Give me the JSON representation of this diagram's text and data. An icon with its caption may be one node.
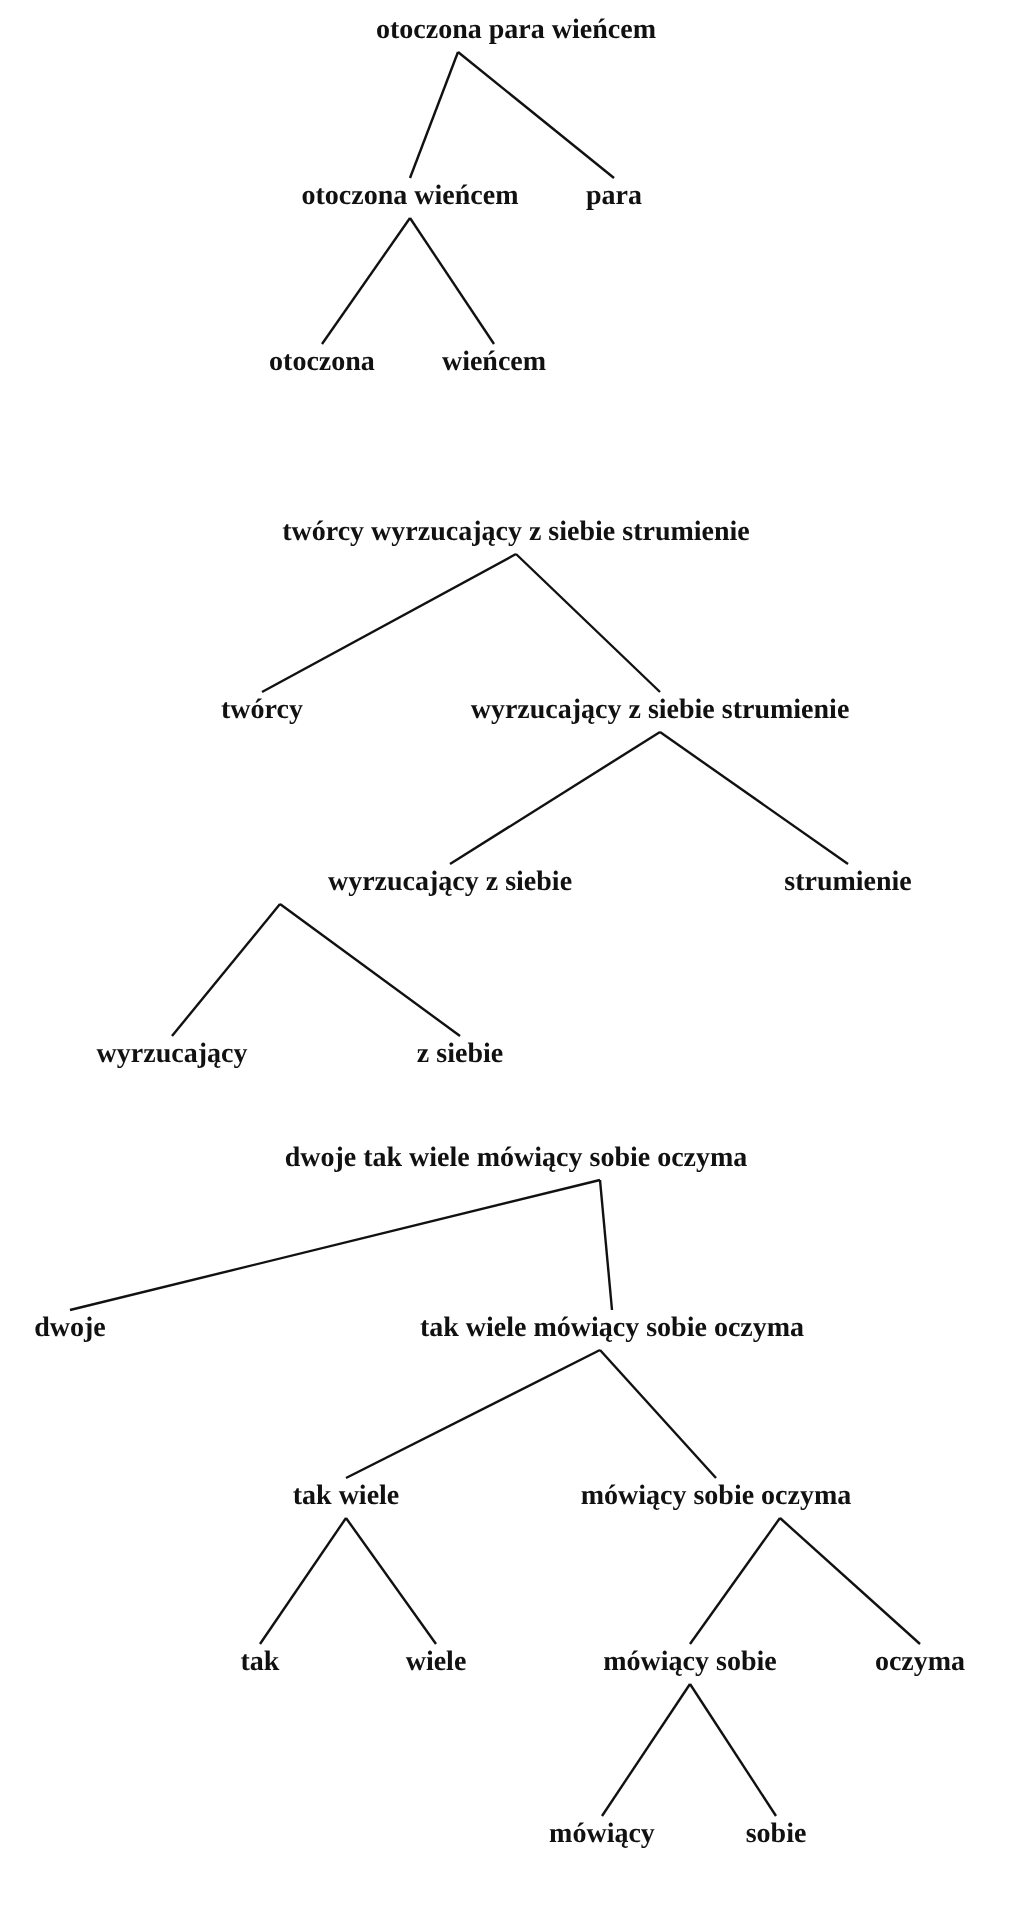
{
  "diagram": {
    "nodes": [
      {
        "text": [
          "otoczona para wieńcem"
        ]
      },
      {
        "text": [
          "otoczona wieńcem"
        ]
      },
      {
        "text": [
          "para"
        ]
      },
      {
        "text": [
          "otoczona"
        ]
      },
      {
        "text": [
          "wieńcem"
        ]
      },
      {
        "text": [
          "twórcy wyrzucający z siebie strumienie"
        ]
      },
      {
        "text": [
          "twórcy"
        ]
      },
      {
        "text": [
          "wyrzucający z siebie strumienie"
        ]
      },
      {
        "text": [
          "wyrzucający z siebie"
        ]
      },
      {
        "text": [
          "strumienie"
        ]
      },
      {
        "text": [
          "wyrzucający"
        ]
      },
      {
        "text": [
          "z siebie"
        ]
      },
      {
        "text": [
          "dwoje tak wiele mówiący sobie oczyma"
        ]
      },
      {
        "text": [
          "dwoje"
        ]
      },
      {
        "text": [
          "tak wiele mówiący sobie oczyma"
        ]
      },
      {
        "text": [
          "tak wiele"
        ]
      },
      {
        "text": [
          "mówiący sobie oczyma"
        ]
      },
      {
        "text": [
          "tak"
        ]
      },
      {
        "text": [
          "wiele"
        ]
      },
      {
        "text": [
          "mówiący sobie"
        ]
      },
      {
        "text": [
          "oczyma"
        ]
      },
      {
        "text": [
          "mówiący"
        ]
      },
      {
        "text": [
          "sobie"
        ]
      }
    ],
    "edges": [
      {
        "from": 0,
        "to": 1,
        "arrow": "none"
      },
      {
        "from": 0,
        "to": 2,
        "arrow": "none"
      },
      {
        "from": 1,
        "to": 3,
        "arrow": "none"
      },
      {
        "from": 1,
        "to": 4,
        "arrow": "none"
      },
      {
        "from": 5,
        "to": 6,
        "arrow": "none"
      },
      {
        "from": 5,
        "to": 7,
        "arrow": "none"
      },
      {
        "from": 7,
        "to": 8,
        "arrow": "none"
      },
      {
        "from": 7,
        "to": 9,
        "arrow": "none"
      },
      {
        "from": 8,
        "to": 10,
        "arrow": "none"
      },
      {
        "from": 8,
        "to": 11,
        "arrow": "none"
      },
      {
        "from": 12,
        "to": 13,
        "arrow": "none"
      },
      {
        "from": 12,
        "to": 14,
        "arrow": "none"
      },
      {
        "from": 14,
        "to": 15,
        "arrow": "none"
      },
      {
        "from": 14,
        "to": 16,
        "arrow": "none"
      },
      {
        "from": 15,
        "to": 17,
        "arrow": "none"
      },
      {
        "from": 15,
        "to": 18,
        "arrow": "none"
      },
      {
        "from": 16,
        "to": 19,
        "arrow": "none"
      },
      {
        "from": 16,
        "to": 20,
        "arrow": "none"
      },
      {
        "from": 19,
        "to": 21,
        "arrow": "none"
      },
      {
        "from": 19,
        "to": 22,
        "arrow": "none"
      }
    ]
  }
}
